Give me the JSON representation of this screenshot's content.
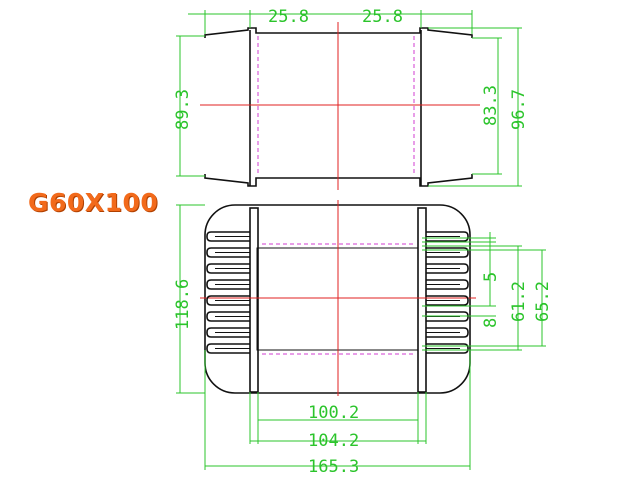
{
  "model": {
    "label": "G60X100"
  },
  "dimensions": {
    "top_width_left": "25.8",
    "top_width_right": "25.8",
    "top_height_left": "89.3",
    "top_height_inner": "83.3",
    "top_height_outer": "96.7",
    "body_height": "118.6",
    "fin_gap": "5",
    "slot_61": "61.2",
    "slot_65": "65.2",
    "fin_pitch": "8",
    "width_inner": "100.2",
    "width_mid": "104.2",
    "width_total": "165.3"
  },
  "colors": {
    "dimension": "#2bc42b",
    "outline": "#111111",
    "centerline": "#e02020",
    "hidden": "#d23cd2",
    "label": "#f26a1b"
  }
}
